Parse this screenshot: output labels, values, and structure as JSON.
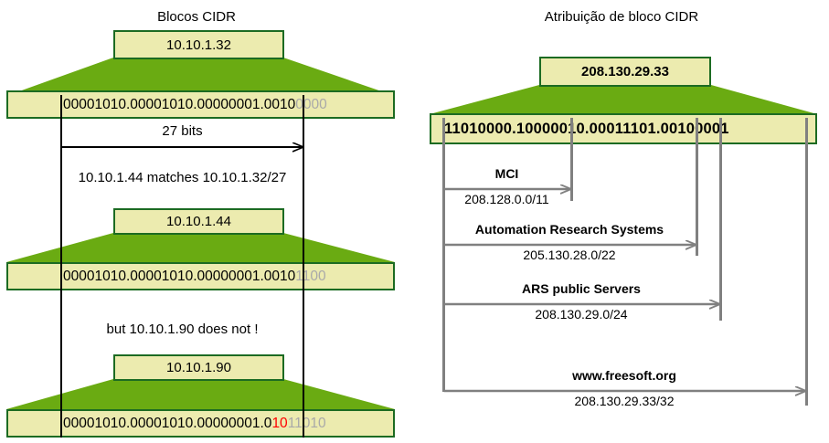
{
  "left_panel": {
    "title": "Blocos CIDR",
    "groups": [
      {
        "address_label": "10.10.1.32",
        "bits_black": "00001010.00001010.00000001.0010",
        "bits_gray": "0000",
        "bits_red": ""
      },
      {
        "address_label": "10.10.1.44",
        "bits_black": "00001010.00001010.00000001.0010",
        "bits_gray": "1100",
        "bits_red": ""
      },
      {
        "address_label": "10.10.1.90",
        "bits_black": "00001010.00001010.00000001.0",
        "bits_red": "10",
        "bits_gray": "11010"
      }
    ],
    "span_label": "27 bits",
    "note_match": "10.10.1.44 matches 10.10.1.32/27",
    "note_nomatch": "but 10.10.1.90 does not !"
  },
  "right_panel": {
    "title": "Atribuição de bloco CIDR",
    "address_label": "208.130.29.33",
    "bits": "11010000.10000010.00011101.00100001",
    "allocations": [
      {
        "name": "MCI",
        "prefix": "208.128.0.0/11"
      },
      {
        "name": "Automation Research Systems",
        "prefix": "205.130.28.0/22"
      },
      {
        "name": "ARS public Servers",
        "prefix": "208.130.29.0/24"
      },
      {
        "name": "www.freesoft.org",
        "prefix": "208.130.29.33/32"
      }
    ]
  },
  "colors": {
    "box_fill": "#ecebaf",
    "box_border": "#1c6b22",
    "funnel_green": "#6aab12",
    "gray_bits": "#a9a9a9",
    "red_bits": "#ff0000",
    "guide_gray": "#808080",
    "guide_black": "#000000"
  }
}
